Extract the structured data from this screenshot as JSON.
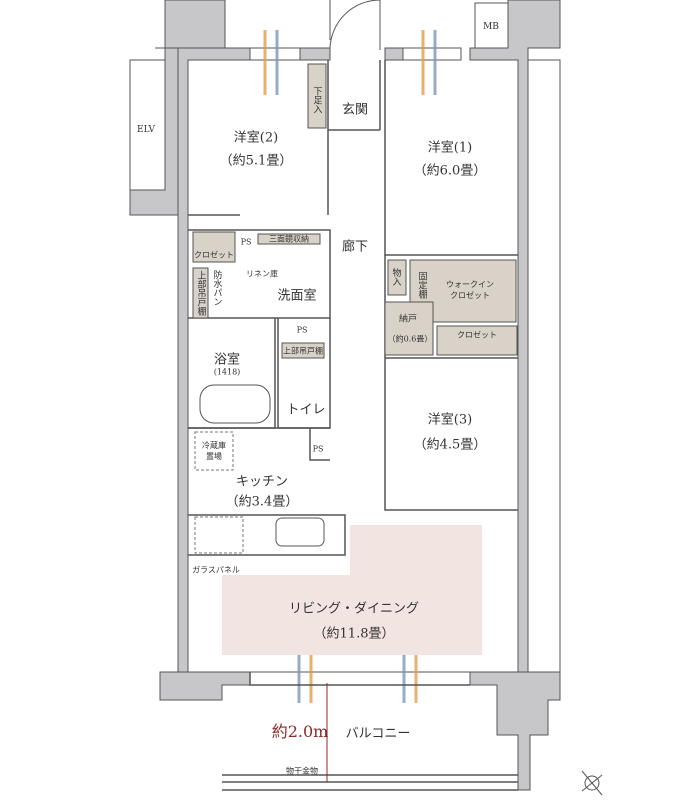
{
  "rooms": {
    "western2": {
      "name": "洋室(2)",
      "area": "（約5.1畳）"
    },
    "western1": {
      "name": "洋室(1)",
      "area": "（約6.0畳）"
    },
    "western3": {
      "name": "洋室(3)",
      "area": "（約4.5畳）"
    },
    "entrance": {
      "name": "玄関"
    },
    "hallway": {
      "name": "廊下"
    },
    "washroom": {
      "name": "洗面室"
    },
    "bathroom": {
      "name": "浴室",
      "size": "(1418)"
    },
    "toilet": {
      "name": "トイレ"
    },
    "kitchen": {
      "name": "キッチン",
      "area": "（約3.4畳）"
    },
    "living": {
      "name": "リビング・ダイニング",
      "area": "（約11.8畳）"
    },
    "storeroom": {
      "name": "納戸",
      "area": "（約0.6畳）"
    },
    "balcony": {
      "name": "バルコニー"
    }
  },
  "fixtures": {
    "elv": "ELV",
    "mb": "MB",
    "ps": "PS",
    "shoe_cabinet": "下足入",
    "closet": "クロゼット",
    "triple_mirror": "三面鏡収納",
    "linen": "リネン庫",
    "waterproof_pan": "防水パン",
    "upper_cabinet": "上部吊戸棚",
    "shelf": "棚",
    "storage": "物入",
    "fixed_shelf": "固定棚",
    "walk_in_closet": "ウォークインクロゼット",
    "fridge_space": "冷蔵庫置場",
    "glass_panel": "ガラスパネル",
    "laundry_hanger": "物干金物"
  },
  "dimension": {
    "balcony_depth": "約2.0m"
  },
  "colors": {
    "wall": "#c7c7ca",
    "storage": "#d9d2c8",
    "living": "#f2e4e1",
    "dimension": "#8b2a2a",
    "warm_pipe": "#e0a050",
    "cool_pipe": "#7d98c0"
  }
}
